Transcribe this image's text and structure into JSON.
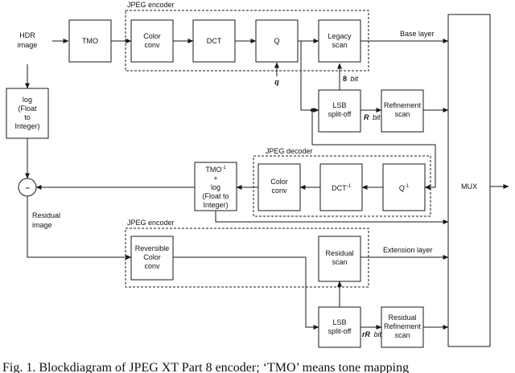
{
  "input": {
    "line1": "HDR",
    "line2": "image"
  },
  "enc1": {
    "title": "JPEG encoder",
    "color": [
      "Color",
      "conv"
    ],
    "dct": "DCT",
    "q": "Q",
    "legacy": [
      "Legacy",
      "scan"
    ]
  },
  "tmo": "TMO",
  "q_param": "q",
  "bit8": {
    "num": "8",
    "unit": "bit"
  },
  "lsb1": [
    "LSB",
    "split-off"
  ],
  "rbit": {
    "var": "R",
    "unit": "bit"
  },
  "refine": [
    "Refinement",
    "scan"
  ],
  "base_layer": "Base layer",
  "log1": [
    "log",
    "(Float",
    "to",
    "Integer)"
  ],
  "minus": "−",
  "dec": {
    "title": "JPEG decoder",
    "color": [
      "Color",
      "conv"
    ],
    "dct": "DCT",
    "dct_sup": "-1",
    "q": "Q",
    "q_sup": "-1"
  },
  "tmo_inv": {
    "main": "TMO",
    "sup": "-1",
    "plus": "+",
    "log": "log",
    "float": "(Float to",
    "int": "Integer)"
  },
  "mux": "MUX",
  "residual_label": [
    "Residual",
    "image"
  ],
  "enc2": {
    "title": "JPEG encoder",
    "rev": [
      "Reversible",
      "Color",
      "conv"
    ],
    "resid": [
      "Residual",
      "scan"
    ]
  },
  "ext_layer": "Extension layer",
  "lsb2": [
    "LSB",
    "split-off"
  ],
  "rrbit": {
    "var": "rR",
    "unit": "bit"
  },
  "resref": [
    "Residual",
    "Refinement",
    "scan"
  ],
  "caption": "Fig. 1.   Blockdiagram of JPEG XT Part 8 encoder; ‘TMO’ means tone mapping"
}
